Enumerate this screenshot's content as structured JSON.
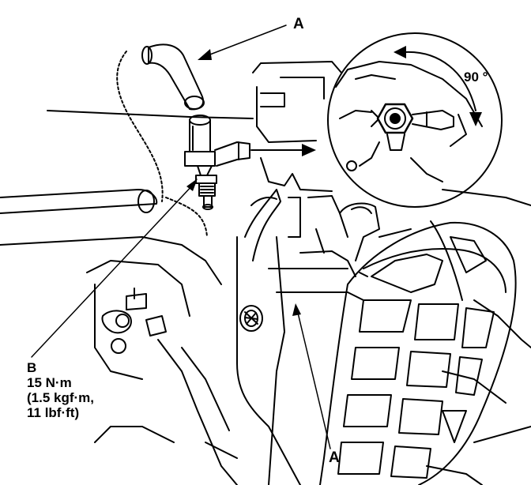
{
  "labels": {
    "a_top": "A",
    "a_bottom": "A",
    "b": "B",
    "angle": "90 °"
  },
  "torque": {
    "line1": "15 N·m",
    "line2": "(1.5 kgf·m,",
    "line3": "11 lbf·ft)"
  },
  "colors": {
    "ink": "#000000",
    "paper": "#ffffff"
  }
}
